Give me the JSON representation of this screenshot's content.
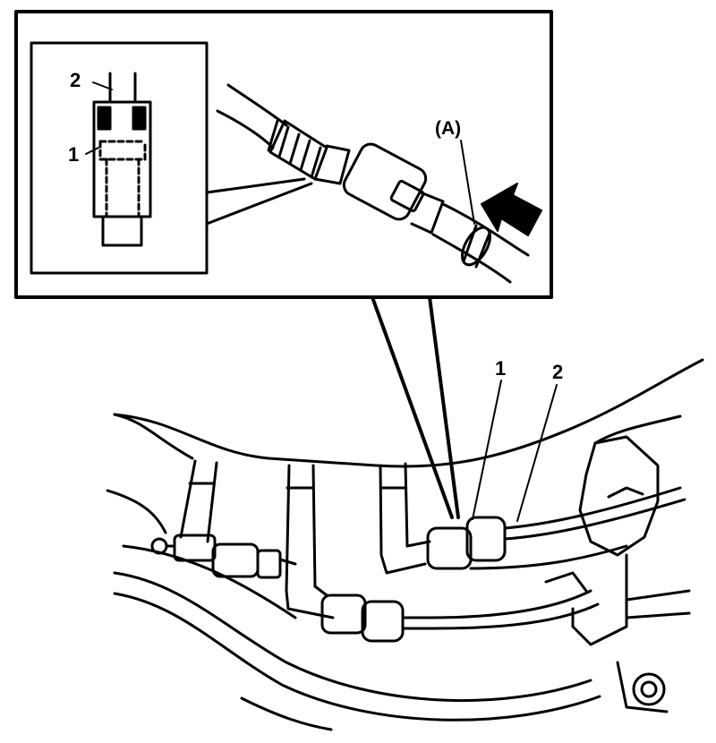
{
  "callouts": {
    "inset_hose_label": "2",
    "inset_pipe_label": "1",
    "arrow_point_label": "(A)",
    "main_pipe_label": "1",
    "main_hose_label": "2"
  }
}
